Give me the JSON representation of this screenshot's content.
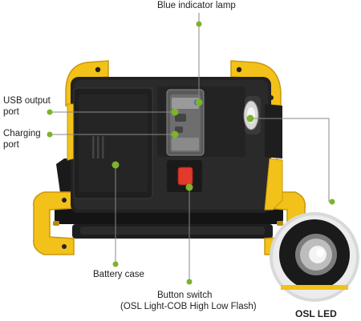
{
  "labels": {
    "blue_indicator": "Blue indicator lamp",
    "usb_output": "USB output\nport",
    "charging_port": "Charging\nport",
    "battery_case": "Battery case",
    "button_switch": "Button switch",
    "button_switch_detail": "(OSL Light-COB High Low Flash)",
    "osl_led": "OSL LED"
  },
  "colors": {
    "frame_yellow": "#f2c21a",
    "frame_yellow_dark": "#d9a70f",
    "body_black": "#1c1c1c",
    "body_dark": "#2a2a2a",
    "callout_green": "#7cb32b",
    "callout_line": "#8a8a8a",
    "switch_red": "#e23a2c"
  }
}
